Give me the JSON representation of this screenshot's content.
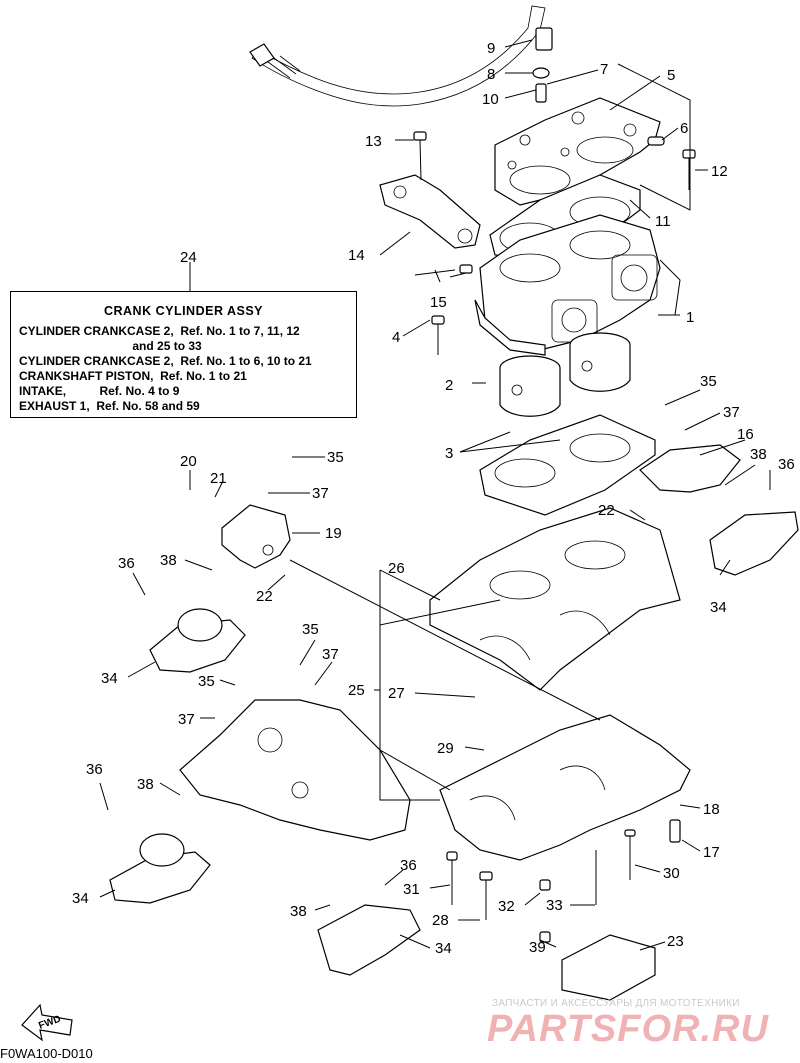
{
  "callouts": [
    {
      "id": "c1",
      "text": "1"
    },
    {
      "id": "c2",
      "text": "2"
    },
    {
      "id": "c3",
      "text": "3"
    },
    {
      "id": "c4",
      "text": "4"
    },
    {
      "id": "c5",
      "text": "5"
    },
    {
      "id": "c6",
      "text": "6"
    },
    {
      "id": "c7",
      "text": "7"
    },
    {
      "id": "c8",
      "text": "8"
    },
    {
      "id": "c9",
      "text": "9"
    },
    {
      "id": "c10",
      "text": "10"
    },
    {
      "id": "c11",
      "text": "11"
    },
    {
      "id": "c12",
      "text": "12"
    },
    {
      "id": "c13",
      "text": "13"
    },
    {
      "id": "c14",
      "text": "14"
    },
    {
      "id": "c15",
      "text": "15"
    },
    {
      "id": "c16",
      "text": "16"
    },
    {
      "id": "c17",
      "text": "17"
    },
    {
      "id": "c18",
      "text": "18"
    },
    {
      "id": "c19",
      "text": "19"
    },
    {
      "id": "c20",
      "text": "20"
    },
    {
      "id": "c21",
      "text": "21"
    },
    {
      "id": "c22a",
      "text": "22"
    },
    {
      "id": "c22b",
      "text": "22"
    },
    {
      "id": "c23",
      "text": "23"
    },
    {
      "id": "c24",
      "text": "24"
    },
    {
      "id": "c25",
      "text": "25"
    },
    {
      "id": "c26",
      "text": "26"
    },
    {
      "id": "c27",
      "text": "27"
    },
    {
      "id": "c28",
      "text": "28"
    },
    {
      "id": "c29",
      "text": "29"
    },
    {
      "id": "c30",
      "text": "30"
    },
    {
      "id": "c31",
      "text": "31"
    },
    {
      "id": "c32",
      "text": "32"
    },
    {
      "id": "c33",
      "text": "33"
    },
    {
      "id": "c34a",
      "text": "34"
    },
    {
      "id": "c34b",
      "text": "34"
    },
    {
      "id": "c34c",
      "text": "34"
    },
    {
      "id": "c34d",
      "text": "34"
    },
    {
      "id": "c35a",
      "text": "35"
    },
    {
      "id": "c35b",
      "text": "35"
    },
    {
      "id": "c35c",
      "text": "35"
    },
    {
      "id": "c35d",
      "text": "35"
    },
    {
      "id": "c36a",
      "text": "36"
    },
    {
      "id": "c36b",
      "text": "36"
    },
    {
      "id": "c36c",
      "text": "36"
    },
    {
      "id": "c36d",
      "text": "36"
    },
    {
      "id": "c37a",
      "text": "37"
    },
    {
      "id": "c37b",
      "text": "37"
    },
    {
      "id": "c37c",
      "text": "37"
    },
    {
      "id": "c37d",
      "text": "37"
    },
    {
      "id": "c38a",
      "text": "38"
    },
    {
      "id": "c38b",
      "text": "38"
    },
    {
      "id": "c38c",
      "text": "38"
    },
    {
      "id": "c38d",
      "text": "38"
    },
    {
      "id": "c39",
      "text": "39"
    }
  ],
  "info_box": {
    "title": "CRANK CYLINDER ASSY",
    "lines": [
      "CYLINDER CRANKCASE 2,  Ref. No. 1 to 7, 11, 12",
      "                                  and 25 to 33",
      "CYLINDER CRANKCASE 2,  Ref. No. 1 to 6, 10 to 21",
      "CRANKSHAFT PISTON,  Ref. No. 1 to 21",
      "INTAKE,          Ref. No. 4 to 9",
      "EXHAUST 1,  Ref. No. 58 and 59"
    ]
  },
  "fwd_label": "FWD",
  "figure_code": "F0WA100-D010",
  "watermark": {
    "small": "ЗАПЧАСТИ И АКСЕССУАРЫ ДЛЯ МОТОТЕХНИКИ",
    "big": "PARTSFOR.RU"
  }
}
